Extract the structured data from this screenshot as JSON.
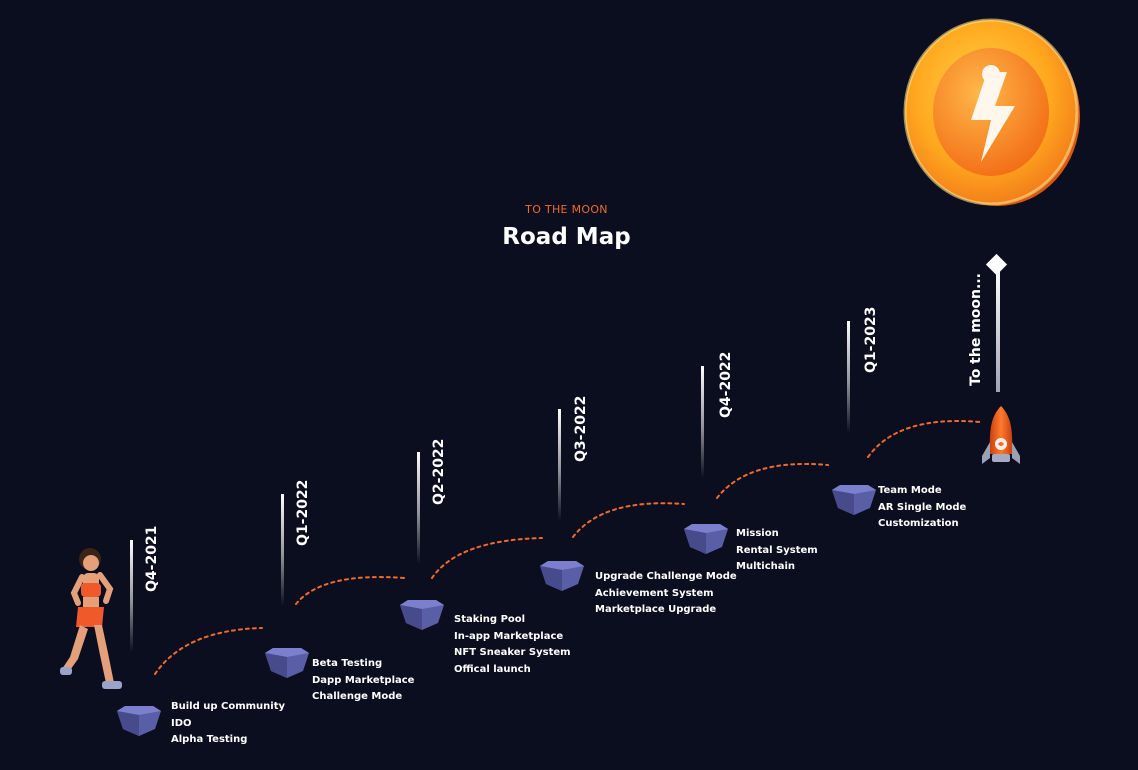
{
  "header": {
    "eyebrow": "TO THE MOON",
    "title": "Road Map"
  },
  "milestones": [
    {
      "quarter": "Q4-2021",
      "items": [
        "Build up Community",
        "IDO",
        "Alpha Testing"
      ]
    },
    {
      "quarter": "Q1-2022",
      "items": [
        "Beta Testing",
        "Dapp Marketplace",
        "Challenge Mode"
      ]
    },
    {
      "quarter": "Q2-2022",
      "items": [
        "Staking Pool",
        "In-app Marketplace",
        "NFT Sneaker System",
        "Offical launch"
      ]
    },
    {
      "quarter": "Q3-2022",
      "items": [
        "Upgrade Challenge Mode",
        "Achievement System",
        "Marketplace Upgrade"
      ]
    },
    {
      "quarter": "Q4-2022",
      "items": [
        "Mission",
        "Rental System",
        "Multichain"
      ]
    },
    {
      "quarter": "Q1-2023",
      "items": [
        "Team Mode",
        "AR Single Mode",
        "Customization"
      ]
    }
  ],
  "finale": {
    "label": "To the moon..."
  },
  "colors": {
    "background": "#0b0e1f",
    "accent": "#f06a2c",
    "gem": "#5a5ea6"
  },
  "icons": {
    "coin": "lightning-coin-icon",
    "runner": "runner-illustration",
    "rocket": "rocket-icon",
    "gem": "gem-platform-icon"
  }
}
